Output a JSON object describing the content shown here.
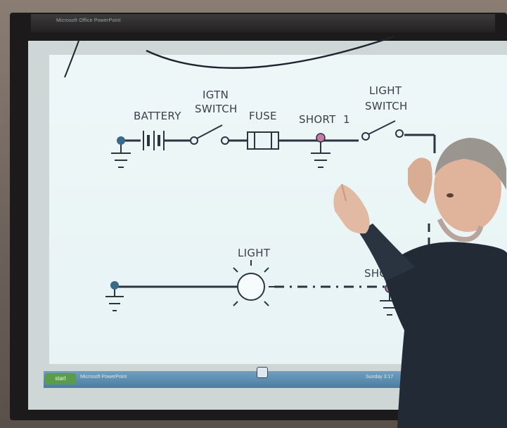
{
  "screen": {
    "title_text": "Microsoft Office PowerPoint"
  },
  "diagram": {
    "labels": {
      "battery": "BATTERY",
      "igtn_line1": "IGTN",
      "igtn_line2": "SWITCH",
      "fuse": "FUSE",
      "short1": "SHORT",
      "short1_num": "1",
      "light_switch_line1": "LIGHT",
      "light_switch_line2": "SWITCH",
      "light": "LIGHT",
      "short2": "SHO"
    },
    "colors": {
      "wire": "#2c3440",
      "ground_node": "#3a6a8a",
      "short_node": "#c77aa6",
      "slide_bg": "#eaf5f7"
    }
  },
  "taskbar": {
    "start_label": "start",
    "task_item": "Microsoft PowerPoint",
    "tray_text": "Sunday 3:17"
  }
}
